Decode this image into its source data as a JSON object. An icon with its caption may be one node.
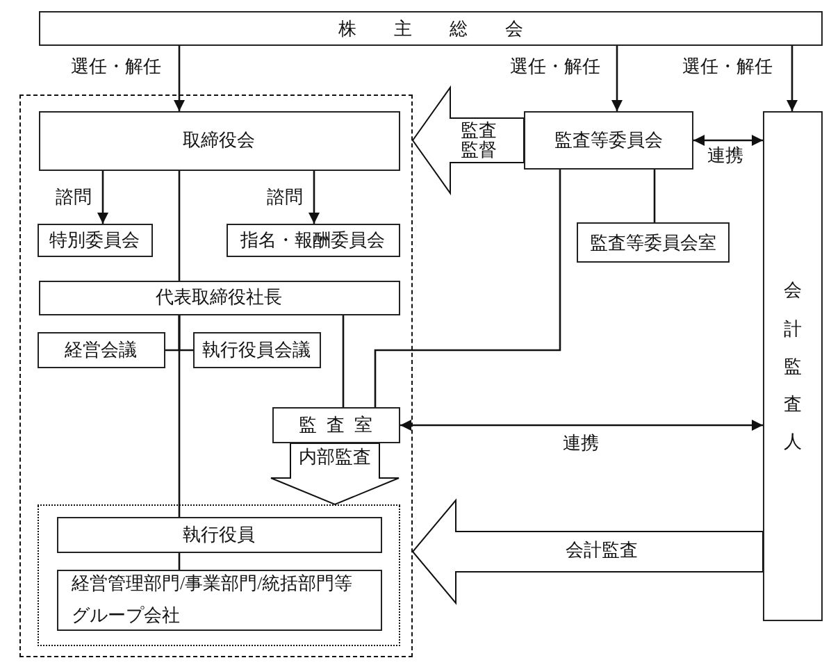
{
  "diagram": {
    "nodes": [
      {
        "text": [
          "株主総会"
        ]
      },
      {
        "text": [],
        "shape": "box"
      },
      {
        "text": [
          "取締役会"
        ],
        "in": 1
      },
      {
        "text": [
          "監査等委員会"
        ]
      },
      {
        "text": [
          "会計監査人"
        ]
      },
      {
        "text": [
          "特別委員会"
        ],
        "in": 1
      },
      {
        "text": [
          "指名・報酬委員会"
        ],
        "in": 1
      },
      {
        "text": [
          "監査等委員会室"
        ]
      },
      {
        "text": [
          "代表取締役社長"
        ],
        "in": 1
      },
      {
        "text": [
          "経営会議"
        ],
        "in": 1
      },
      {
        "text": [
          "執行役員会議"
        ],
        "in": 1
      },
      {
        "text": [
          "監査室"
        ],
        "in": 1
      },
      {
        "text": [],
        "shape": "box",
        "in": 1
      },
      {
        "text": [
          "執行役員"
        ],
        "in": 12
      },
      {
        "text": [
          "経営管理部門/事業部門/統括部門等",
          "グループ会社"
        ],
        "in": 12
      }
    ],
    "edges": [
      {
        "from": 0,
        "to": 2,
        "arrow": "to",
        "label": "選任・解任"
      },
      {
        "from": 0,
        "to": 3,
        "arrow": "to",
        "label": "選任・解任"
      },
      {
        "from": 0,
        "to": 4,
        "arrow": "to",
        "label": "選任・解任"
      },
      {
        "from": 2,
        "to": 5,
        "arrow": "to",
        "label": "諮問"
      },
      {
        "from": 2,
        "to": 6,
        "arrow": "to",
        "label": "諮問"
      },
      {
        "from": 2,
        "to": 8,
        "arrow": "none"
      },
      {
        "from": 8,
        "to": 9,
        "arrow": "none"
      },
      {
        "from": 8,
        "to": 10,
        "arrow": "none"
      },
      {
        "from": 8,
        "to": 13,
        "arrow": "none"
      },
      {
        "from": 8,
        "to": 11,
        "arrow": "none"
      },
      {
        "from": 3,
        "to": 11,
        "arrow": "none"
      },
      {
        "from": 3,
        "to": 7,
        "arrow": "none"
      },
      {
        "from": 3,
        "to": 4,
        "arrow": "both",
        "label": "連携"
      },
      {
        "from": 11,
        "to": 4,
        "arrow": "both",
        "label": "連携"
      },
      {
        "from": 13,
        "to": 14,
        "arrow": "none"
      },
      {
        "from": 3,
        "to": 1,
        "arrow": "to",
        "label": "監査監督",
        "style": "thick"
      },
      {
        "from": 11,
        "to": 12,
        "arrow": "to",
        "label": "内部監査",
        "style": "thick"
      },
      {
        "from": 4,
        "to": 1,
        "arrow": "to",
        "label": "会計監査",
        "style": "thick"
      }
    ]
  }
}
